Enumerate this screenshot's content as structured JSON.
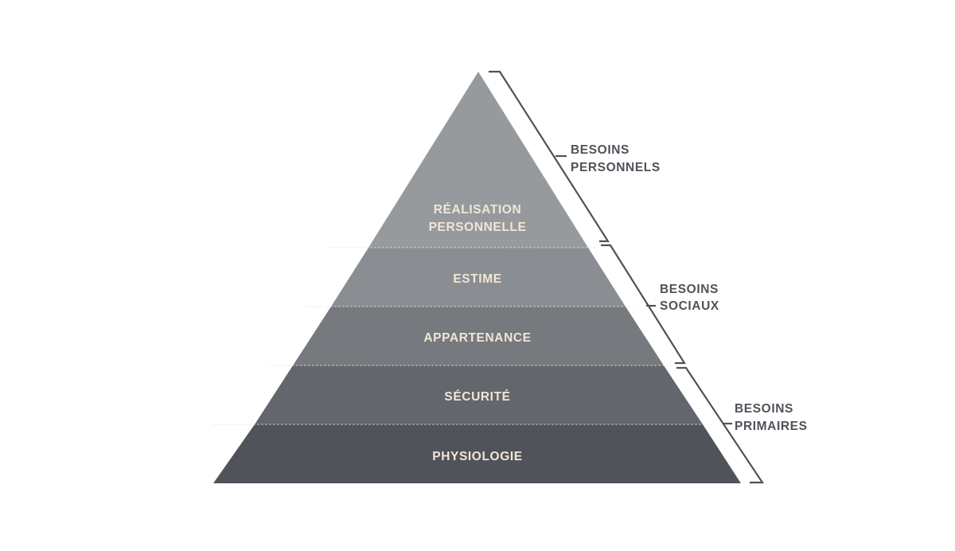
{
  "layers": [
    {
      "label_lines": [
        "RÉALISATION",
        "PERSONNELLE"
      ],
      "color": "#979a9d"
    },
    {
      "label_lines": [
        "ESTIME"
      ],
      "color": "#8a8d91"
    },
    {
      "label_lines": [
        "APPARTENANCE"
      ],
      "color": "#76797e"
    },
    {
      "label_lines": [
        "SÉCURITÉ"
      ],
      "color": "#63666c"
    },
    {
      "label_lines": [
        "PHYSIOLOGIE"
      ],
      "color": "#50535a"
    }
  ],
  "groups": [
    {
      "label_lines": [
        "BESOINS",
        "PERSONNELS"
      ]
    },
    {
      "label_lines": [
        "BESOINS",
        "SOCIAUX"
      ]
    },
    {
      "label_lines": [
        "BESOINS",
        "PRIMAIRES"
      ]
    }
  ]
}
